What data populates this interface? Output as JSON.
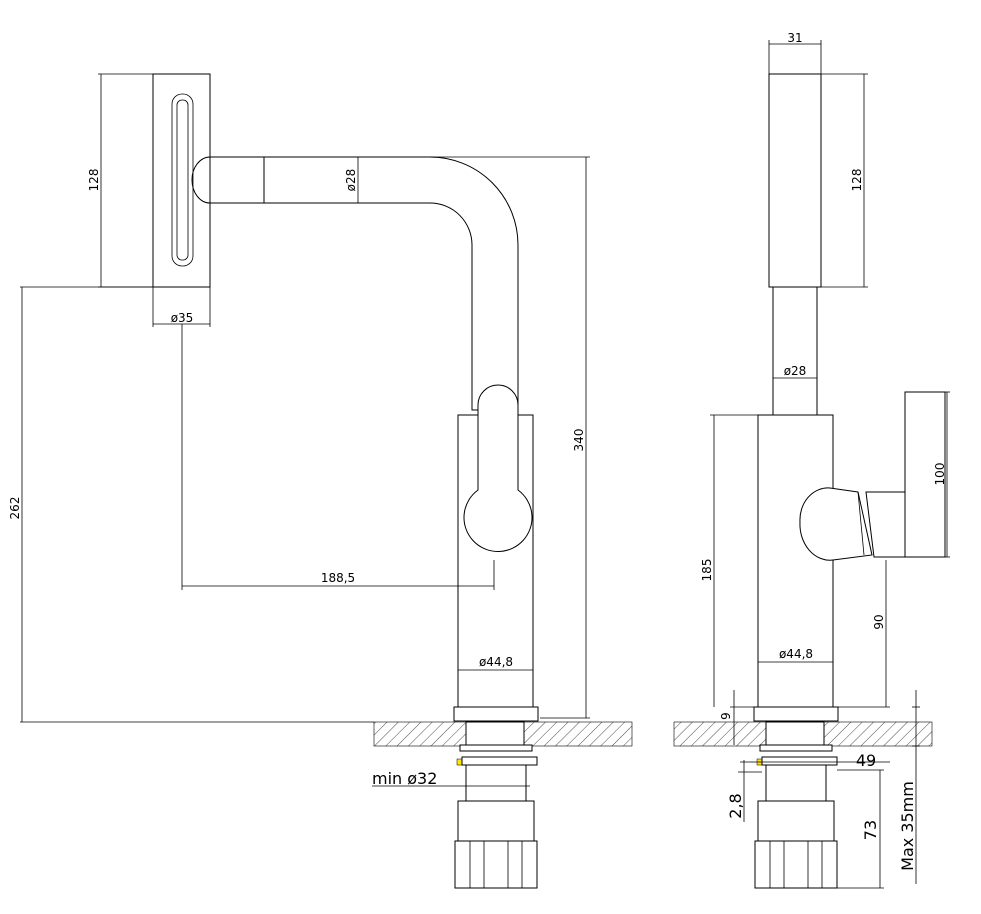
{
  "front_view": {
    "dim_handle_height": "128",
    "dim_spout_diameter": "ø28",
    "dim_handle_diameter": "ø35",
    "dim_total_height": "340",
    "dim_outlet_height": "262",
    "dim_reach": "188,5",
    "dim_body_diameter": "ø44,8",
    "dim_min_hole": "min  ø32"
  },
  "side_view": {
    "dim_width": "31",
    "dim_handle_height": "128",
    "dim_spout_diameter": "ø28",
    "dim_lever_height": "100",
    "dim_body_height": "185",
    "dim_lever_offset": "90",
    "dim_body_diameter": "ø44,8",
    "dim_base": "9",
    "dim_nut": "49",
    "dim_washer": "2,8",
    "dim_connector": "73",
    "dim_max_thickness": "Max 35mm"
  }
}
